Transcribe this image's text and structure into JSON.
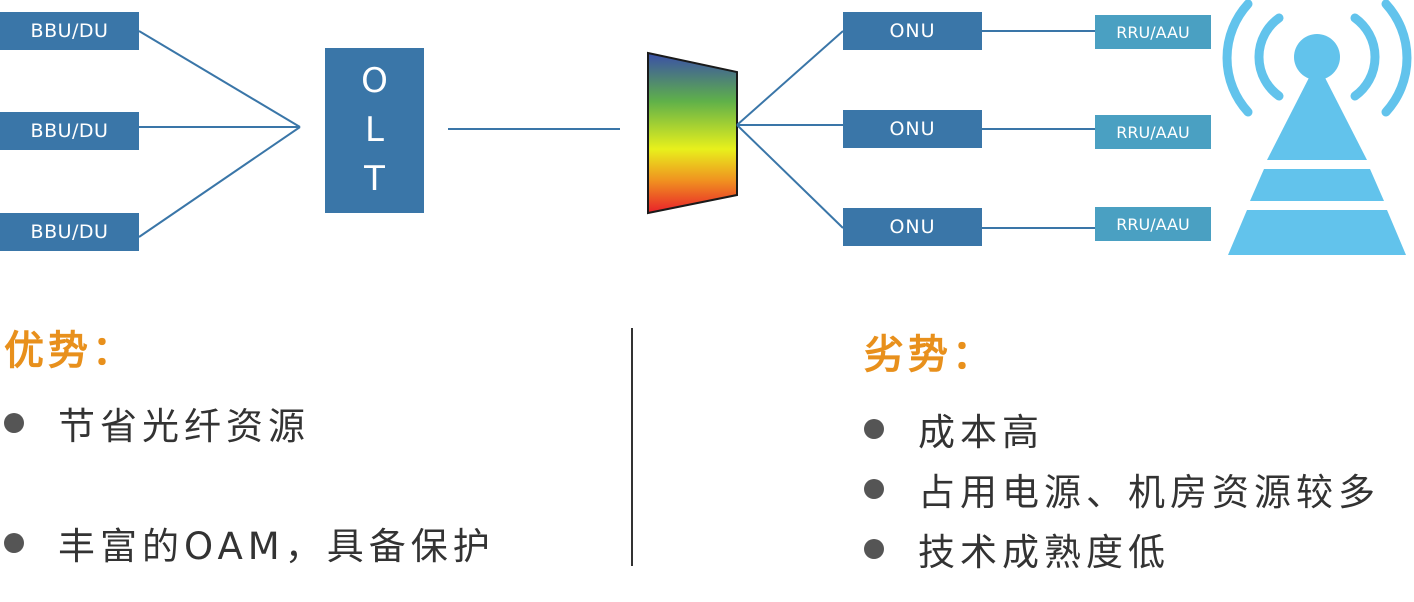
{
  "diagram": {
    "bbu_du": [
      "BBU/DU",
      "BBU/DU",
      "BBU/DU"
    ],
    "olt_letters": [
      "O",
      "L",
      "T"
    ],
    "onu": [
      "ONU",
      "ONU",
      "ONU"
    ],
    "rru_aau": [
      "RRU/AAU",
      "RRU/AAU",
      "RRU/AAU"
    ]
  },
  "advantages": {
    "heading": "优势：",
    "items": [
      "节省光纤资源",
      "丰富的OAM，具备保护"
    ]
  },
  "disadvantages": {
    "heading": "劣势：",
    "items": [
      "成本高",
      "占用电源、机房资源较多",
      "技术成熟度低"
    ]
  },
  "colors": {
    "box": "#3a76a8",
    "rru": "#4aa0c2",
    "tower": "#62c3ec",
    "heading": "#e8901c",
    "line": "#3a76a8"
  }
}
